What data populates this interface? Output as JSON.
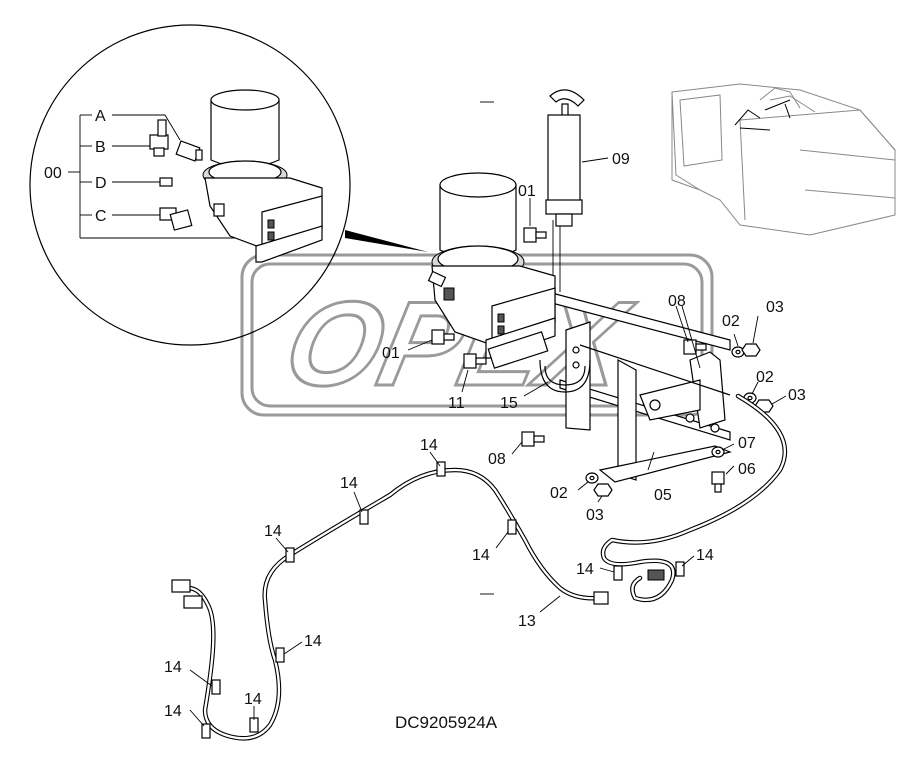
{
  "drawing_code": "DC9205924A",
  "watermark_text": "OPEX",
  "detail_labels": {
    "assembly": "00",
    "a": "A",
    "b": "B",
    "c": "C",
    "d": "D"
  },
  "part_labels": {
    "p01_top": "01",
    "p01_mid": "01",
    "p02_a": "02",
    "p02_b": "02",
    "p02_c": "02",
    "p03_a": "03",
    "p03_b": "03",
    "p03_c": "03",
    "p05": "05",
    "p06": "06",
    "p07": "07",
    "p08_a": "08",
    "p08_b": "08",
    "p09": "09",
    "p11": "11",
    "p13": "13",
    "p15": "15",
    "p14_1": "14",
    "p14_2": "14",
    "p14_3": "14",
    "p14_4": "14",
    "p14_5": "14",
    "p14_6": "14",
    "p14_7": "14",
    "p14_8": "14",
    "p14_9": "14",
    "p14_10": "14"
  }
}
